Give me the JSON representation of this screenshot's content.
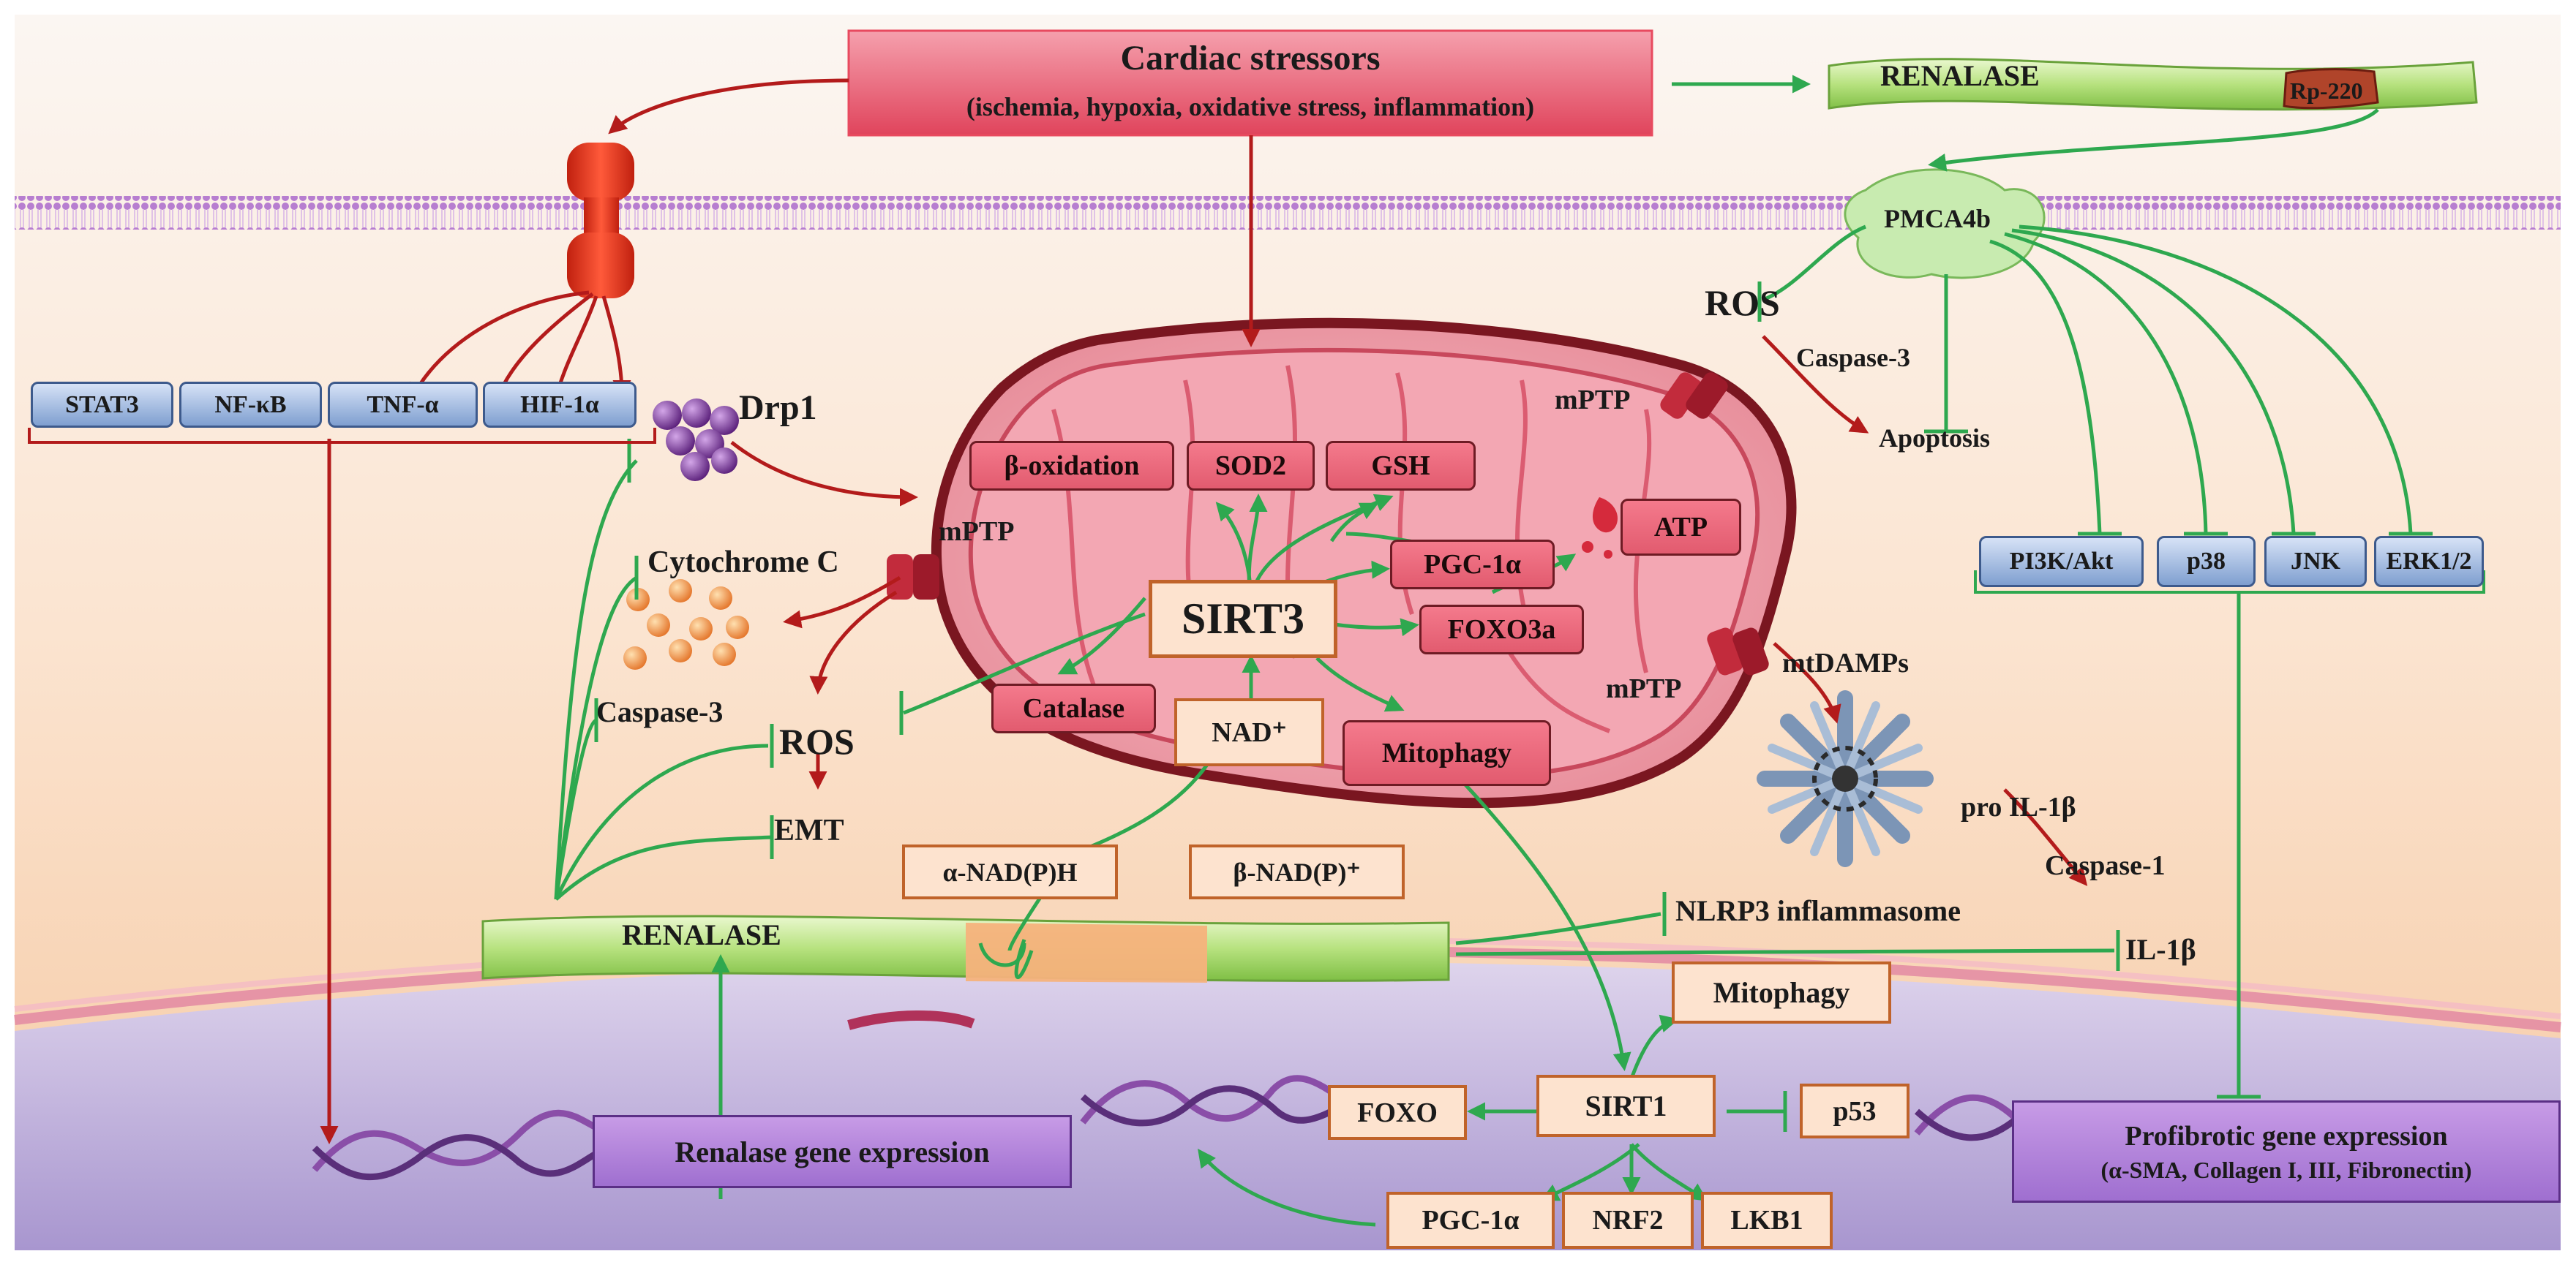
{
  "stressors": {
    "title": "Cardiac stressors",
    "subtitle": "(ischemia, hypoxia, oxidative stress, inflammation)"
  },
  "renalase_top": {
    "label": "RENALASE",
    "rp": "Rp-220"
  },
  "pmca": "PMCA4b",
  "receptor_targets": [
    "STAT3",
    "NF-κB",
    "TNF-α",
    "HIF-1α"
  ],
  "drp1": "Drp1",
  "mito": {
    "boxes": {
      "beta_ox": "β-oxidation",
      "sod2": "SOD2",
      "gsh": "GSH",
      "pgc1a": "PGC-1α",
      "atp": "ATP",
      "foxo3a": "FOXO3a",
      "catalase": "Catalase",
      "mitophagy": "Mitophagy"
    },
    "sirt3": "SIRT3",
    "nad": "NAD⁺",
    "mptp": "mPTP"
  },
  "left": {
    "cytochrome": "Cytochrome C",
    "caspase3": "Caspase-3",
    "ros": "ROS",
    "emt": "EMT"
  },
  "right": {
    "ros": "ROS",
    "caspase3": "Caspase-3",
    "apoptosis": "Apoptosis",
    "mtdamps": "mtDAMPs",
    "pro_il": "pro IL-1β",
    "caspase1": "Caspase-1",
    "nlrp3": "NLRP3 inflammasome",
    "il1b": "IL-1β"
  },
  "kinases": [
    "PI3K/Akt",
    "p38",
    "JNK",
    "ERK1/2"
  ],
  "cofactors": {
    "anadph": "α-NAD(P)H",
    "bnadp": "β-NAD(P)⁺"
  },
  "renalase_mid": "RENALASE",
  "nucleus": {
    "mitophagy": "Mitophagy",
    "sirt1": "SIRT1",
    "foxo": "FOXO",
    "p53": "p53",
    "pgc1a": "PGC-1α",
    "nrf2": "NRF2",
    "lkb1": "LKB1",
    "renalase_gene": "Renalase gene expression",
    "profibrotic_title": "Profibrotic  gene expression",
    "profibrotic_sub": "(α-SMA, Collagen I, III, Fibronectin)"
  },
  "colors": {
    "activation": "#2ea84f",
    "stimulus": "#b31b1b",
    "membrane": "#b07ac9",
    "nucleus": "#b39ad6"
  }
}
